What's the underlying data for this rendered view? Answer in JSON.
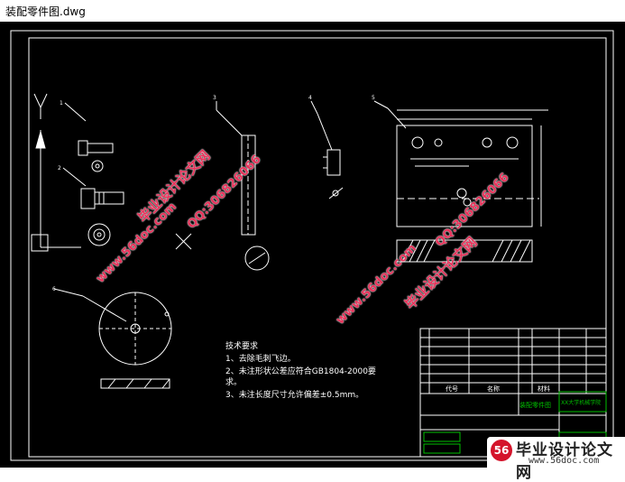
{
  "window": {
    "title": "装配零件图.dwg"
  },
  "drawing": {
    "tech_requirements": {
      "heading": "技术要求",
      "items": [
        "1、去除毛刺飞边。",
        "2、未注形状公差应符合GB1804-2000要",
        "求。",
        "3、未注长度尺寸允许偏差±0.5mm。"
      ]
    },
    "title_block": {
      "col_code": "代号",
      "col_name": "名称",
      "col_material": "材料",
      "drawing_name": "装配零件图",
      "school": "XX大学机械学院"
    }
  },
  "watermarks": [
    "毕业设计论文网",
    "www.56doc.com",
    "QQ:306826066",
    "毕业设计论文网",
    "www.56doc.com",
    "QQ:306826066"
  ],
  "logo": {
    "mark": "56",
    "main": "毕业设计论文网",
    "sub": "www.56doc.com"
  },
  "colors": {
    "canvas_bg": "#000000",
    "line": "#ffffff",
    "watermark": "#e8325a",
    "title_block_green": "#00c000"
  }
}
